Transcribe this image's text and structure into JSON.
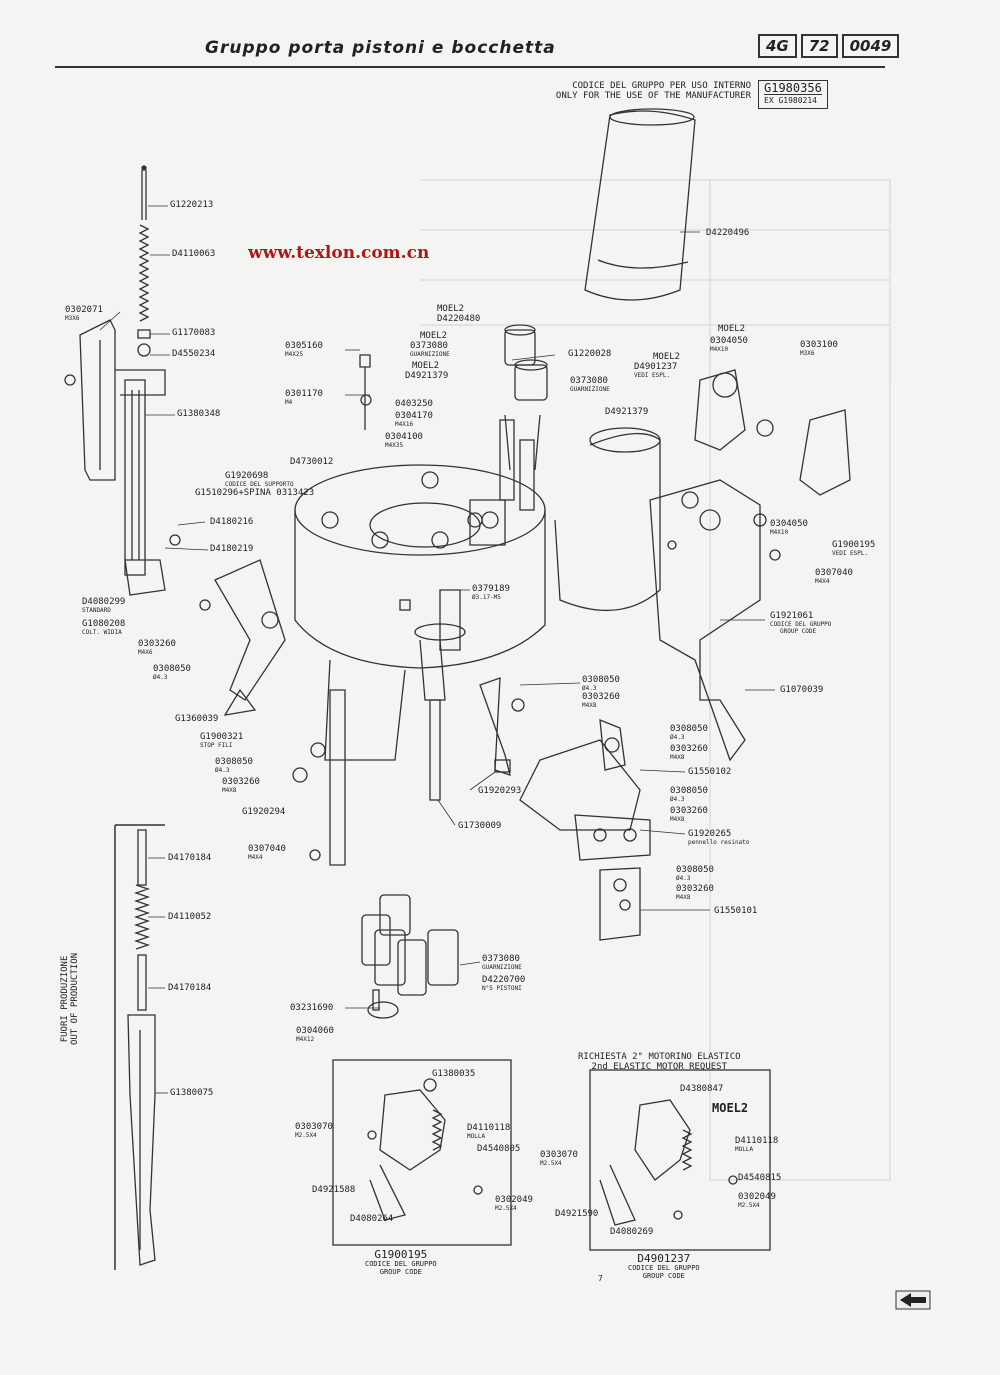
{
  "header": {
    "title": "Gruppo porta pistoni e bocchetta",
    "ref": [
      "4G",
      "72",
      "0049"
    ]
  },
  "internal_code": {
    "label_it": "CODICE DEL GRUPPO PER USO INTERNO",
    "label_en": "ONLY FOR THE USE OF THE MANUFACTURER",
    "code": "G1980356",
    "ex": "EX G1980214"
  },
  "watermark": "www.texlon.com.cn",
  "page_number": "7",
  "out_of_production": [
    "FUORI PRODUZIONE",
    "OUT OF PRODUCTION"
  ],
  "box_left": {
    "title": "G1900195",
    "sub1": "CODICE DEL GRUPPO",
    "sub2": "GROUP CODE"
  },
  "box_right": {
    "header1": "RICHIESTA 2° MOTORINO ELASTICO",
    "header2": "2nd ELASTIC MOTOR REQUEST",
    "title": "D4901237",
    "sub1": "CODICE DEL GRUPPO",
    "sub2": "GROUP CODE",
    "moel": "MOEL2"
  },
  "labels": [
    {
      "id": "l1",
      "t": "G1220213"
    },
    {
      "id": "l2",
      "t": "D4110063"
    },
    {
      "id": "l3",
      "t": "0302071",
      "s": "M3X6"
    },
    {
      "id": "l4",
      "t": "G1170083"
    },
    {
      "id": "l5",
      "t": "D4550234"
    },
    {
      "id": "l6",
      "t": "G1380348"
    },
    {
      "id": "l7",
      "t": "D4180216"
    },
    {
      "id": "l8",
      "t": "D4180219"
    },
    {
      "id": "l9",
      "t": "D4080299",
      "s": "STANDARD"
    },
    {
      "id": "l10",
      "t": "G1080208",
      "s": "COLT. WIDIA"
    },
    {
      "id": "l11",
      "t": "0303260",
      "s": "M4X6"
    },
    {
      "id": "l12",
      "t": "0308050",
      "s": "Ø4.3"
    },
    {
      "id": "l13",
      "t": "G1360039"
    },
    {
      "id": "l14",
      "t": "G1900321",
      "s": "STOP FILI"
    },
    {
      "id": "l15",
      "t": "0308050",
      "s": "Ø4.3"
    },
    {
      "id": "l16",
      "t": "0303260",
      "s": "M4X8"
    },
    {
      "id": "l17",
      "t": "G1920294"
    },
    {
      "id": "l18",
      "t": "0307040",
      "s": "M4X4"
    },
    {
      "id": "l19",
      "t": "D4170184"
    },
    {
      "id": "l20",
      "t": "D4110052"
    },
    {
      "id": "l21",
      "t": "D4170184"
    },
    {
      "id": "l22",
      "t": "G1380075"
    },
    {
      "id": "l23",
      "t": "0305160",
      "s": "M4X25"
    },
    {
      "id": "l24",
      "t": "0301170",
      "s": "M4"
    },
    {
      "id": "l25",
      "t": "MOEL2"
    },
    {
      "id": "l26",
      "t": "D4220480"
    },
    {
      "id": "l27",
      "t": "MOEL2"
    },
    {
      "id": "l28",
      "t": "0373080",
      "s": "GUARNIZIONE"
    },
    {
      "id": "l29",
      "t": "G1220028"
    },
    {
      "id": "l30",
      "t": "MOEL2"
    },
    {
      "id": "l31",
      "t": "D4921379"
    },
    {
      "id": "l32",
      "t": "0373080",
      "s": "GUARNIZIONE"
    },
    {
      "id": "l33",
      "t": "D4921379"
    },
    {
      "id": "l34",
      "t": "0403250"
    },
    {
      "id": "l35",
      "t": "0304170",
      "s": "M4X16"
    },
    {
      "id": "l36",
      "t": "0304100",
      "s": "M4X35"
    },
    {
      "id": "l37",
      "t": "D4730012"
    },
    {
      "id": "l38",
      "t": "G1920698",
      "s": "CODICE DEL SUPPORTO"
    },
    {
      "id": "l39",
      "t": "G1510296+SPINA 0313423"
    },
    {
      "id": "l40",
      "t": "0379189",
      "s": "Ø3.17-M5"
    },
    {
      "id": "l41",
      "t": "0308050",
      "s": "Ø4.3"
    },
    {
      "id": "l42",
      "t": "0303260",
      "s": "M4X8"
    },
    {
      "id": "l43",
      "t": "G1920293"
    },
    {
      "id": "l44",
      "t": "G1730009"
    },
    {
      "id": "l45",
      "t": "0373080",
      "s": "GUARNIZIONE"
    },
    {
      "id": "l46",
      "t": "D4220700",
      "s": "N°5 PISTONI"
    },
    {
      "id": "l47",
      "t": "03231690"
    },
    {
      "id": "l48",
      "t": "0304060",
      "s": "M4X12"
    },
    {
      "id": "l49",
      "t": "D4220496"
    },
    {
      "id": "l50",
      "t": "MOEL2"
    },
    {
      "id": "l51",
      "t": "0304050",
      "s": "M4X10"
    },
    {
      "id": "l52",
      "t": "MOEL2"
    },
    {
      "id": "l53",
      "t": "D4901237",
      "s": "VEDI ESPL."
    },
    {
      "id": "l54",
      "t": "0303100",
      "s": "M3X6"
    },
    {
      "id": "l55",
      "t": "0304050",
      "s": "M4X10"
    },
    {
      "id": "l56",
      "t": "G1900195",
      "s": "VEDI ESPL."
    },
    {
      "id": "l57",
      "t": "0307040",
      "s": "M4X4"
    },
    {
      "id": "l58",
      "t": "G1921061",
      "s": "CODICE DEL GRUPPO"
    },
    {
      "id": "l59",
      "t": "GROUP CODE"
    },
    {
      "id": "l60",
      "t": "G1070039"
    },
    {
      "id": "l61",
      "t": "0308050",
      "s": "Ø4.3"
    },
    {
      "id": "l62",
      "t": "0303260",
      "s": "M4X8"
    },
    {
      "id": "l63",
      "t": "G1550102"
    },
    {
      "id": "l64",
      "t": "0308050",
      "s": "Ø4.3"
    },
    {
      "id": "l65",
      "t": "0303260",
      "s": "M4X8"
    },
    {
      "id": "l66",
      "t": "G1920265",
      "s": "pennello resinato"
    },
    {
      "id": "l67",
      "t": "0308050",
      "s": "Ø4.3"
    },
    {
      "id": "l68",
      "t": "0303260",
      "s": "M4X8"
    },
    {
      "id": "l69",
      "t": "G1550101"
    },
    {
      "id": "l70",
      "t": "G1380035"
    },
    {
      "id": "l71",
      "t": "0303070",
      "s": "M2.5X4"
    },
    {
      "id": "l72",
      "t": "D4110118",
      "s": "MOLLA"
    },
    {
      "id": "l73",
      "t": "D4540805"
    },
    {
      "id": "l74",
      "t": "D4921588"
    },
    {
      "id": "l75",
      "t": "0302049",
      "s": "M2.5X4"
    },
    {
      "id": "l76",
      "t": "D4080264"
    },
    {
      "id": "l77",
      "t": "D4380847"
    },
    {
      "id": "l78",
      "t": "0303070",
      "s": "M2.5X4"
    },
    {
      "id": "l79",
      "t": "D4110118",
      "s": "MOLLA"
    },
    {
      "id": "l80",
      "t": "D4540815"
    },
    {
      "id": "l81",
      "t": "0302049",
      "s": "M2.5X4"
    },
    {
      "id": "l82",
      "t": "D4921590"
    },
    {
      "id": "l83",
      "t": "D4080269"
    }
  ]
}
